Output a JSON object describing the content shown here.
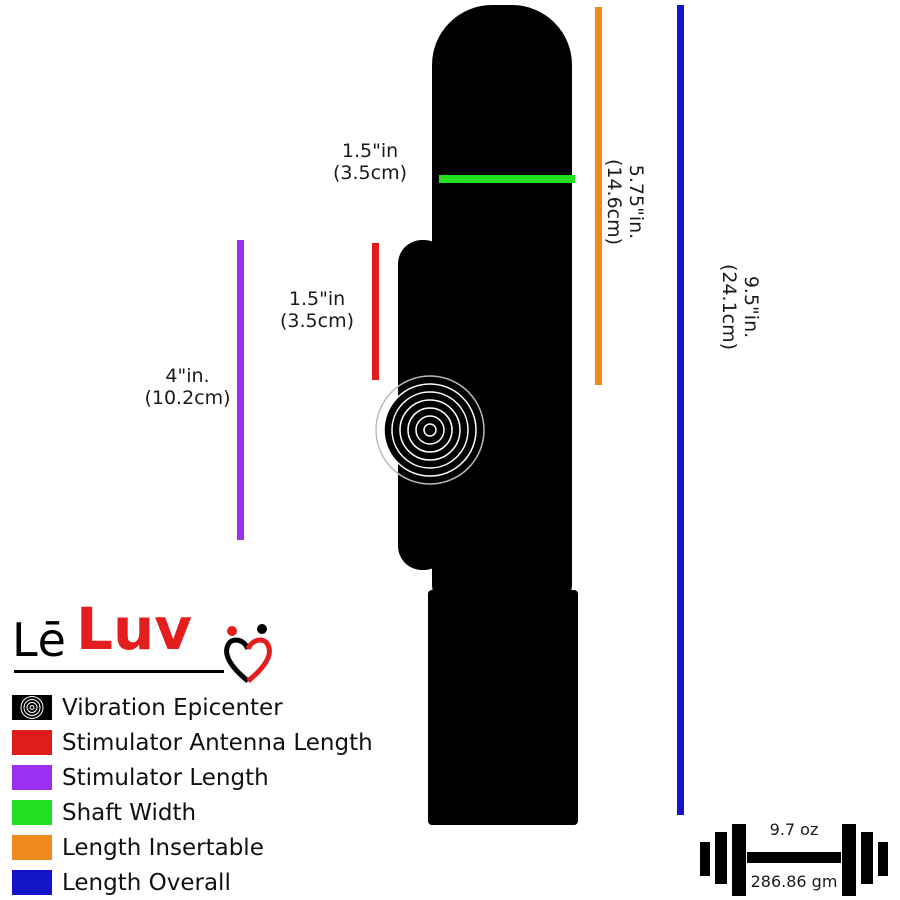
{
  "brand": {
    "prefix": "Lē",
    "name": "Luv"
  },
  "dimensions": {
    "shaft_width": {
      "in": "1.5\"in",
      "cm": "(3.5cm)",
      "color": "#22e01f"
    },
    "antenna_length": {
      "in": "1.5\"in",
      "cm": "(3.5cm)",
      "color": "#e01c1c"
    },
    "stimulator_length": {
      "in": "4\"in.",
      "cm": "(10.2cm)",
      "color": "#9b30f0"
    },
    "length_insertable": {
      "in": "5.75\"in.",
      "cm": "(14.6cm)",
      "color": "#f18a1c"
    },
    "length_overall": {
      "in": "9.5\"in.",
      "cm": "(24.1cm)",
      "color": "#1414c8"
    }
  },
  "legend": {
    "items": [
      {
        "label": "Vibration Epicenter",
        "icon": "concentric-circles-icon"
      },
      {
        "label": "Stimulator Antenna Length",
        "color": "#e01c1c"
      },
      {
        "label": "Stimulator Length",
        "color": "#9b30f0"
      },
      {
        "label": "Shaft Width",
        "color": "#22e01f"
      },
      {
        "label": "Length Insertable",
        "color": "#f18a1c"
      },
      {
        "label": "Length Overall",
        "color": "#1414c8"
      }
    ]
  },
  "weight": {
    "oz": "9.7 oz",
    "gm": "286.86 gm",
    "icon": "barbell-icon"
  }
}
